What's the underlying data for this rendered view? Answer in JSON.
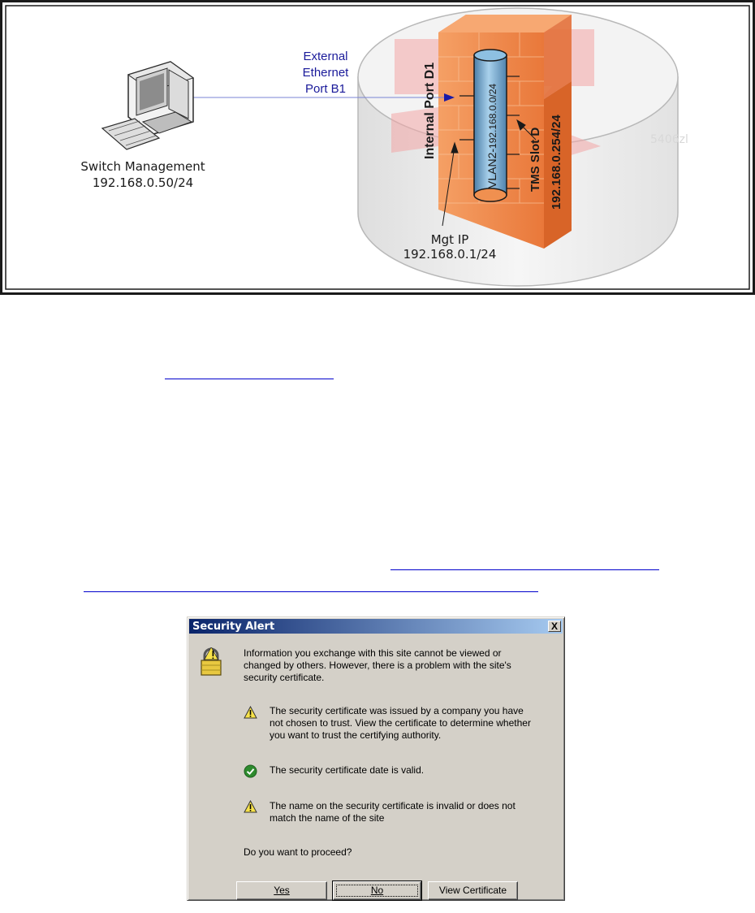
{
  "figure": {
    "external_port": [
      "External",
      "Ethernet",
      "Port B1"
    ],
    "switch_management": [
      "Switch Management",
      "192.168.0.50/24"
    ],
    "internal_port": "Internal Port D1",
    "vlan_bold": "VLAN2-",
    "vlan_rest": "192.168.0.0/24",
    "tms_slot": [
      "TMS Slot D",
      "192.168.0.254/24"
    ],
    "chassis_model": "5406zl",
    "mgt_ip": [
      "Mgt IP",
      "192.168.0.1/24"
    ]
  },
  "dialog": {
    "title": "Security Alert",
    "close": "X",
    "intro": [
      "Information you exchange with this site cannot be viewed or",
      "changed by others. However, there is a problem with the site's",
      "security certificate."
    ],
    "warning1": [
      "The security certificate was issued by a company you have",
      "not chosen to trust. View the certificate to determine whether",
      "you want to trust the certifying authority."
    ],
    "valid": "The security certificate date is valid.",
    "warning2": [
      "The name on the security certificate is invalid or does not",
      "match the name of the site"
    ],
    "question": "Do you want to proceed?",
    "buttons": {
      "yes": "Yes",
      "no": "No",
      "view_certificate": "View Certificate"
    }
  },
  "colors": {
    "link": "#0000cc",
    "firewall": "#f7934a",
    "pipe": "#7ab3d8",
    "title_bar": "#0a246a"
  }
}
